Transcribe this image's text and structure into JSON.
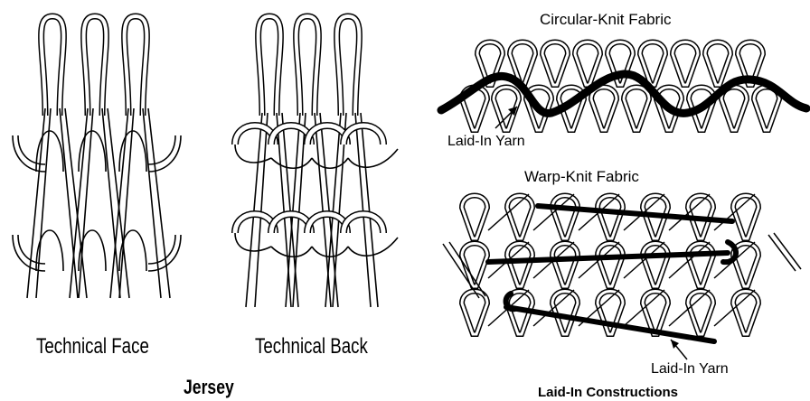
{
  "jersey": {
    "face_label": "Technical Face",
    "back_label": "Technical Back",
    "title": "Jersey"
  },
  "laid_in": {
    "circular_label": "Circular-Knit Fabric",
    "circular_yarn_label": "Laid-In Yarn",
    "warp_label": "Warp-Knit Fabric",
    "warp_yarn_label": "Laid-In Yarn",
    "title": "Laid-In Constructions"
  },
  "colors": {
    "ink": "#000000",
    "paper": "#ffffff"
  }
}
